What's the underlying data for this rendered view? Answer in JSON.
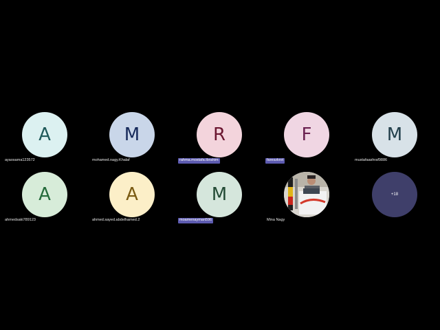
{
  "participants": [
    {
      "initial": "A",
      "name": "ayaosama123572",
      "bg": "#dcf1f1",
      "fg": "#1f5a5a",
      "highlighted": false
    },
    {
      "initial": "M",
      "name": "mohamed.nagy.Khalaf",
      "bg": "#c9d6e9",
      "fg": "#16295a",
      "highlighted": false
    },
    {
      "initial": "R",
      "name": "rahma.mostafa.Ibrahim",
      "bg": "#f3d4dc",
      "fg": "#6a1630",
      "highlighted": true
    },
    {
      "initial": "F",
      "name": "fareszkrot",
      "bg": "#f0d6e3",
      "fg": "#6a2150",
      "highlighted": true
    },
    {
      "initial": "M",
      "name": "mustafaashraf9886",
      "bg": "#d8e2e8",
      "fg": "#23404c",
      "highlighted": false
    },
    {
      "initial": "A",
      "name": "ahmedsaki789123",
      "bg": "#d7ecd9",
      "fg": "#256b3b",
      "highlighted": false
    },
    {
      "initial": "A",
      "name": "ahmed.sayed.abdelhamed.2",
      "bg": "#fcefc8",
      "fg": "#7a5a12",
      "highlighted": false
    },
    {
      "initial": "M",
      "name": "moamenayman596",
      "bg": "#d5e6dc",
      "fg": "#244b36",
      "highlighted": true
    },
    {
      "initial": "",
      "name": "Mina Nagy",
      "bg": "#ffffff",
      "fg": "#000000",
      "highlighted": false
    },
    {
      "initial": "",
      "name": "",
      "bg": "#3f3f6a",
      "fg": "#ffffff",
      "highlighted": false
    }
  ],
  "overflow": {
    "label": "+18"
  },
  "colors": {
    "background": "#000000",
    "name_highlight": "#5d5bb0"
  }
}
